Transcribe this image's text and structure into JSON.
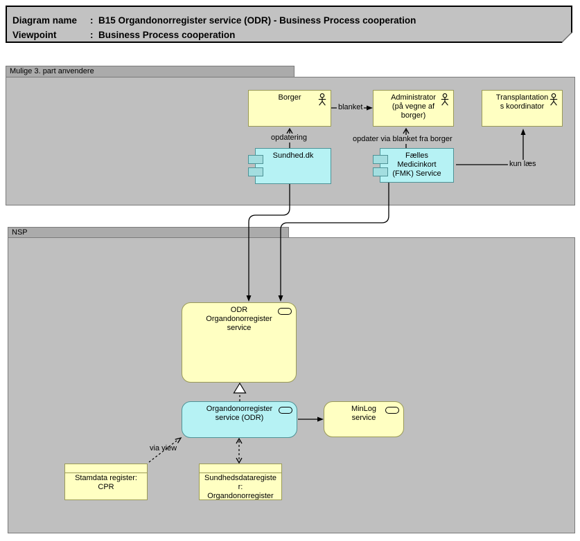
{
  "title": {
    "line1_label": "Diagram name",
    "line2_label": "Viewpoint",
    "colon": ":",
    "line1_value": "B15 Organdonorregister service (ODR) - Business Process cooperation",
    "line2_value": "Business Process cooperation"
  },
  "groups": {
    "third_party": {
      "label": "Mulige 3. part anvendere"
    },
    "nsp": {
      "label": "NSP"
    }
  },
  "actors": {
    "borger": {
      "label": "Borger"
    },
    "administrator": {
      "label": "Administrator\n(på vegne af\nborger)"
    },
    "transplantations_koordinator": {
      "label": "Transplantation\ns koordinator"
    }
  },
  "components": {
    "sundhed_dk": {
      "label": "Sundhed.dk"
    },
    "fmk": {
      "label": "Fælles\nMedicinkort\n(FMK) Service"
    }
  },
  "services": {
    "odr_business": {
      "label": "ODR\nOrgandonorregister\nservice"
    },
    "odr_application": {
      "label": "Organdonorregister\nservice (ODR)"
    },
    "minlog": {
      "label": "MinLog\nservice"
    }
  },
  "data_objects": {
    "stamdata_cpr": {
      "label": "Stamdata register:\nCPR"
    },
    "sundhedsdataregister": {
      "label": "Sundhedsdataregiste\nr:\nOrgandonorregister"
    }
  },
  "connection_labels": {
    "blanket": "blanket",
    "opdatering": "opdatering",
    "opdater_via_blanket": "opdater via blanket fra borger",
    "kun_laes": "kun læs",
    "via_view": "via view"
  },
  "icons": {
    "actor": "business-actor-icon",
    "service": "service-oval-icon",
    "component": "component-port-icon"
  },
  "colors": {
    "note_fill": "#C2C2C2",
    "note_border": "#000000",
    "group_tab": "#ABABAB",
    "group_body": "#BFBFBF",
    "group_border": "#7A7A7A",
    "yellow_fill": "#FFFFC2",
    "yellow_border": "#9A9A56",
    "cyan_fill": "#B6F2F4",
    "cyan_border": "#4D9296",
    "port_fill": "#A3DEE0",
    "line": "#000000"
  }
}
